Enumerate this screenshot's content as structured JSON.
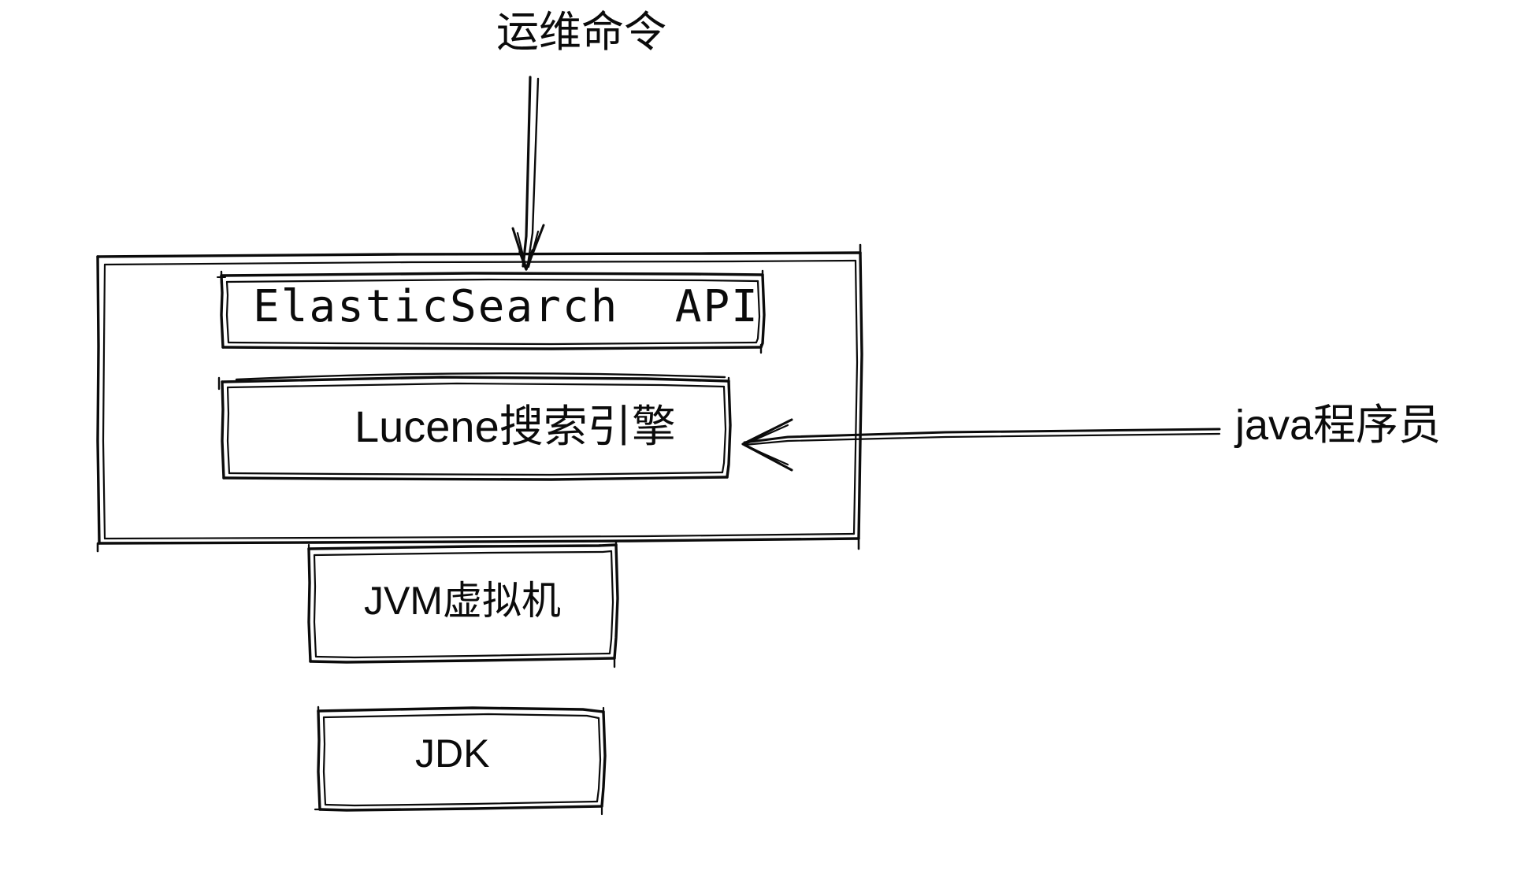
{
  "diagram": {
    "title": "ElasticSearch architecture stack sketch",
    "style": "hand-drawn whiteboard sketch",
    "stroke_color": "#0b0b0b",
    "background_color": "#ffffff",
    "annotations": [
      {
        "id": "ops-command",
        "text": "运维命令",
        "points_to": "elasticsearch-api-box",
        "arrow_direction": "down"
      },
      {
        "id": "java-developer",
        "text": "java程序员",
        "points_to": "lucene-box",
        "arrow_direction": "left"
      }
    ],
    "container": {
      "name": "elasticsearch-container",
      "children": [
        "elasticsearch-api-box",
        "lucene-box"
      ]
    },
    "boxes": [
      {
        "id": "elasticsearch-api-box",
        "label": "ElasticSearch  API",
        "font": "mono",
        "inside_container": true
      },
      {
        "id": "lucene-box",
        "label": "Lucene搜索引擎",
        "font": "sans",
        "inside_container": true
      },
      {
        "id": "jvm-box",
        "label": "JVM虚拟机",
        "font": "sans",
        "inside_container": false
      },
      {
        "id": "jdk-box",
        "label": "JDK",
        "font": "sans",
        "inside_container": false
      }
    ]
  }
}
